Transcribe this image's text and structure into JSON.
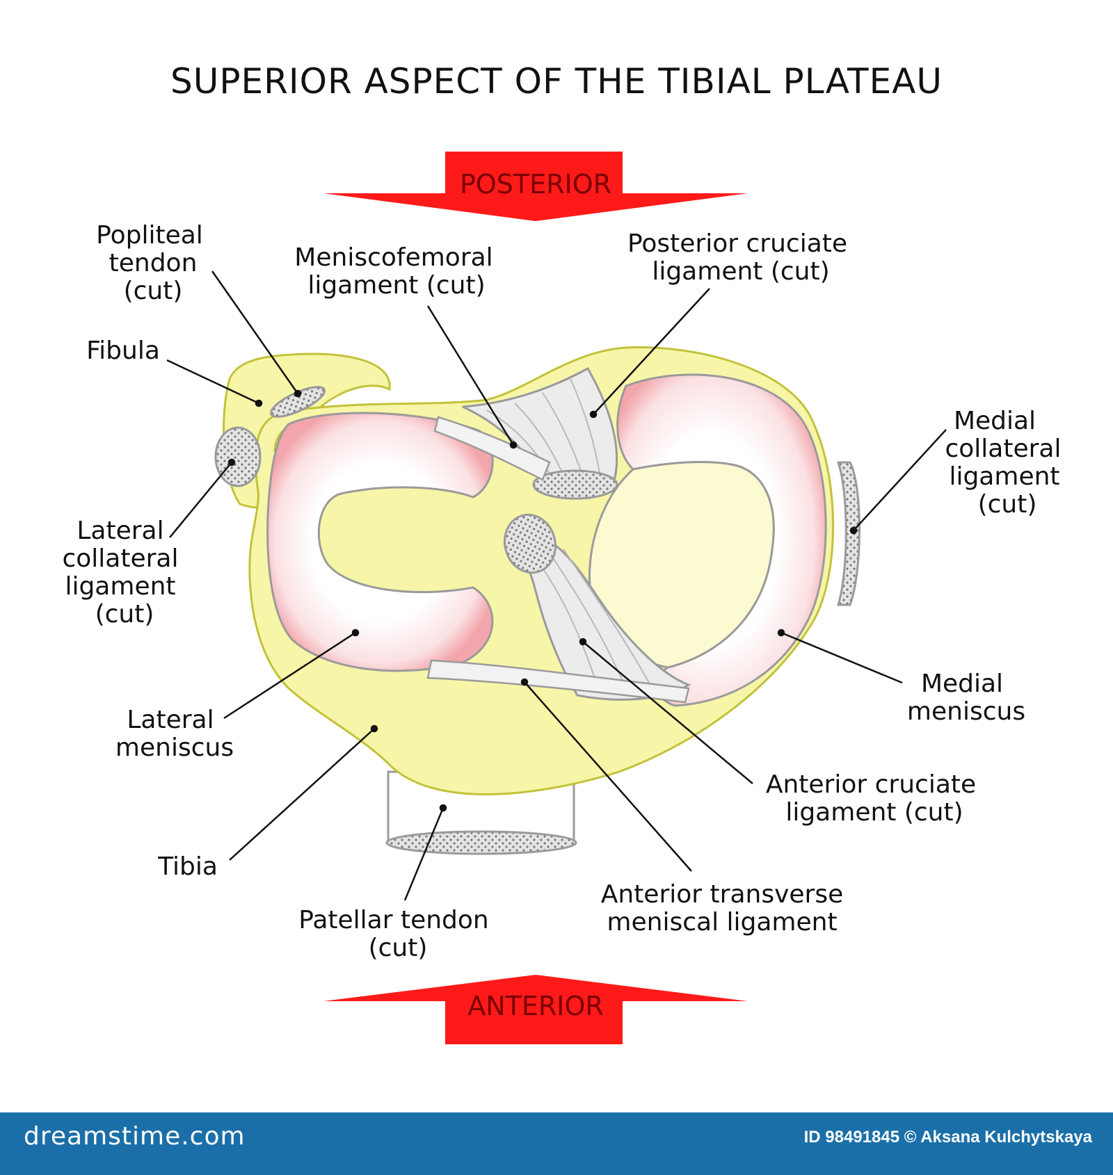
{
  "title": "SUPERIOR ASPECT OF THE TIBIAL PLATEAU",
  "arrows": {
    "posterior": "POSTERIOR",
    "anterior": "ANTERIOR"
  },
  "labels": {
    "popliteal_tendon": [
      "Popliteal",
      "tendon",
      "(cut)"
    ],
    "meniscofemoral": [
      "Meniscofemoral",
      "ligament (cut)"
    ],
    "posterior_cruciate": [
      "Posterior cruciate",
      "ligament (cut)"
    ],
    "fibula": [
      "Fibula"
    ],
    "medial_collateral": [
      "Medial",
      "collateral",
      "ligament",
      "(cut)"
    ],
    "lateral_collateral": [
      "Lateral",
      "collateral",
      "ligament",
      "(cut)"
    ],
    "medial_meniscus": [
      "Medial",
      "meniscus"
    ],
    "lateral_meniscus": [
      "Lateral",
      "meniscus"
    ],
    "anterior_cruciate": [
      "Anterior cruciate",
      "ligament (cut)"
    ],
    "tibia": [
      "Tibia"
    ],
    "anterior_transverse": [
      "Anterior transverse",
      "meniscal ligament"
    ],
    "patellar_tendon": [
      "Patellar tendon",
      "(cut)"
    ]
  },
  "footer": {
    "brand": "dreamstime.com",
    "credit": "ID 98491845 © Aksana Kulchytskaya"
  },
  "colors": {
    "tibia_fill": "#f7f5a8",
    "tibia_stroke": "#c2c23a",
    "meniscus_edge": "#f2a6ac",
    "arrow_red": "#ff1a1a",
    "ligament_gray": "#e6e6e6",
    "footer_blue": "#1b6fa8"
  }
}
